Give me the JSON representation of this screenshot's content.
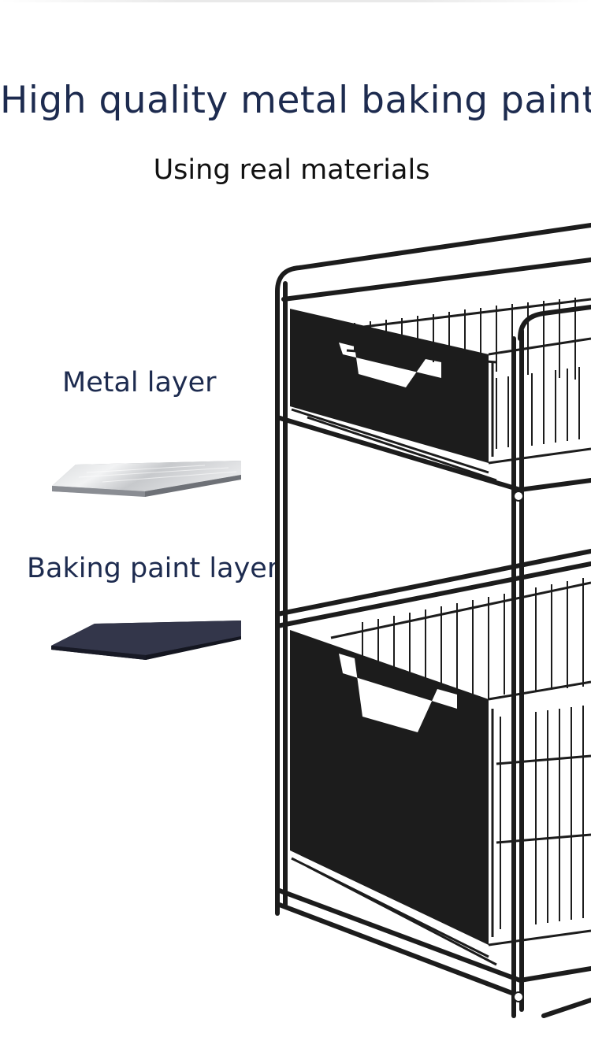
{
  "heading": {
    "title": "High quality metal baking paint",
    "subtitle": "Using real materials"
  },
  "layers": {
    "metal_label": "Metal layer",
    "paint_label": "Baking paint layer"
  },
  "colors": {
    "heading_navy": "#1d2b4f",
    "metal_silver": "#c9ccd0",
    "paint_dark": "#2b2d3d",
    "rack_black": "#1c1c1c"
  },
  "icons": {
    "metal_swatch": "metal-layer-swatch-icon",
    "paint_swatch": "paint-layer-swatch-icon",
    "product": "sliding-basket-rack-icon"
  }
}
